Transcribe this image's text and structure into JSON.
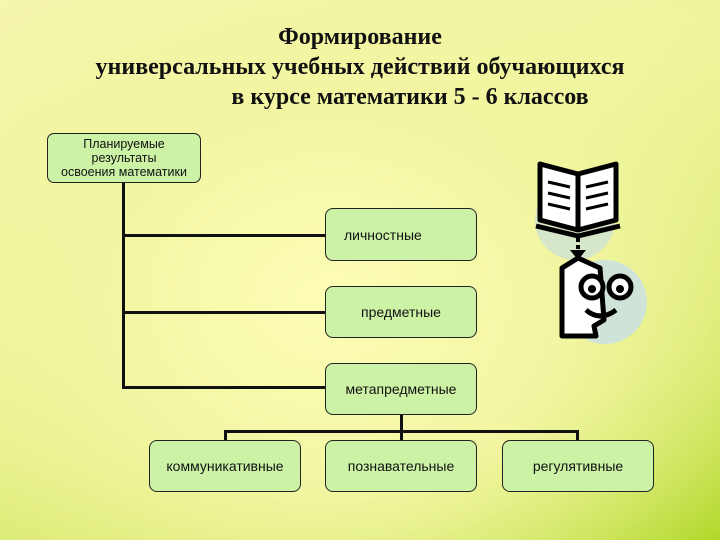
{
  "slide": {
    "title_line1": "Формирование",
    "title_line2": "универсальных учебных действий обучающихся",
    "title_line3": "в курсе математики 5 - 6 классов"
  },
  "diagram": {
    "root": {
      "line1": "Планируемые",
      "line2": "результаты",
      "line3": "освоения математики"
    },
    "branches": [
      "личностные",
      "предметные",
      "метапредметные"
    ],
    "sub_branches": [
      "коммуникативные",
      "познавательные",
      "регулятивные"
    ]
  },
  "icons": [
    "open-book-icon",
    "arrow-down-icon",
    "smiling-face-icon"
  ],
  "colors": {
    "box_fill": "#ccf2a6",
    "circle_fill": "#cfe3d8",
    "connector": "#111111"
  }
}
